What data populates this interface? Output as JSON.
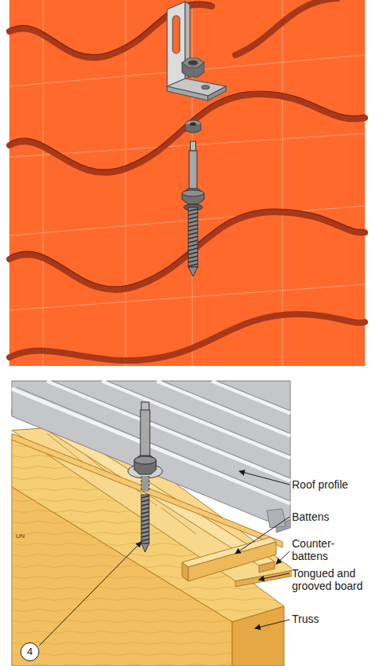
{
  "diagram": {
    "nodes": [
      {
        "text": [
          "4"
        ]
      }
    ],
    "labels": [
      "Roof profile",
      "Battens",
      "Counter- battens",
      "Tongued and grooved board",
      "Truss",
      "UN"
    ]
  }
}
